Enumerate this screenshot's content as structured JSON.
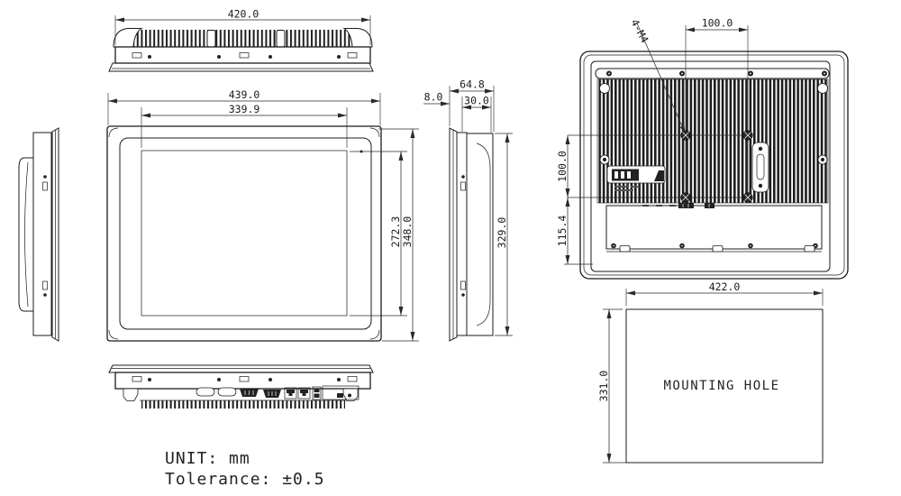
{
  "drawing": {
    "views": {
      "top": {
        "width": "420.0"
      },
      "front": {
        "width": "439.0",
        "screen_width": "339.9",
        "screen_height": "272.3",
        "panel_height": "348.0"
      },
      "side": {
        "height": "329.0",
        "depth": "64.8",
        "front_bezel": "8.0",
        "body_depth": "30.0"
      },
      "rear": {
        "vesa_width": "100.0",
        "vesa_height": "100.0",
        "bottom_offset": "115.4",
        "screw_label": "4-M4"
      },
      "cutout": {
        "width": "422.0",
        "height": "331.0",
        "label": "MOUNTING HOLE"
      }
    },
    "notes": {
      "unit": "UNIT: mm",
      "tolerance": "Tolerance: ±0.5"
    }
  }
}
